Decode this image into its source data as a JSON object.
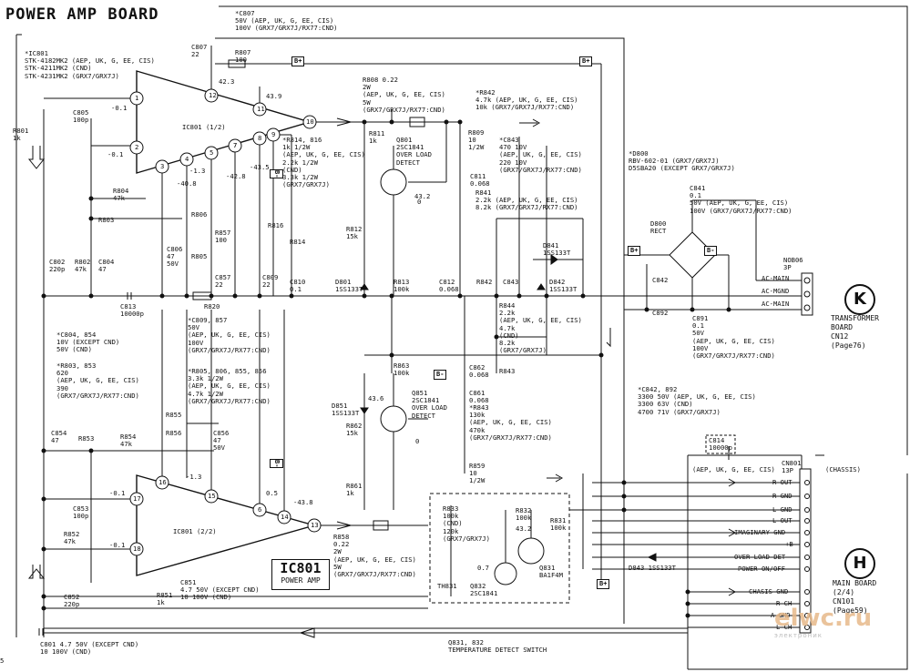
{
  "title": "POWER AMP BOARD",
  "ic801_box": {
    "name": "IC801",
    "sub": "POWER AMP"
  },
  "labels": {
    "c807": "*C807\n50V (AEP, UK, G, EE, CIS)\n100V (GRX7/GRX7J/RX77:CND)",
    "ic801_list": "*IC801\nSTK-4182MK2 (AEP, UK, G, EE, CIS)\nSTK-4211MK2 (CND)\nSTK-4231MK2 (GRX7/GRX7J)",
    "c807_22": "C807\n22",
    "r807": "R807\n100",
    "r808": "R808 0.22\n2W\n(AEP, UK, G, EE, CIS)\n5W\n(GRX7/GRX7J/RX77:CND)",
    "r842": "*R842\n4.7k (AEP, UK, G, EE, CIS)\n10k (GRX7/GRX7J/RX77:CND)",
    "r801": "R801\n1k",
    "c805": "C805\n100p",
    "v01a": "-0.1",
    "v01b": "-0.1",
    "v423": "42.3",
    "v439": "43.9",
    "ic801_12": "IC801 (1/2)",
    "r814": "*R814, 816\n1k 1/2W\n(AEP, UK, G, EE, CIS)\n2.2k 1/2W\n(CND)\n3.3k 1/2W\n(GRX7/GRX7J)",
    "r811": "R811\n1k",
    "q801": "Q801\n2SC1841\nOVER LOAD\nDETECT",
    "r809": "R809\n10\n1/2W",
    "c843": "*C843\n470 10V\n(AEP, UK, G, EE, CIS)\n220 10V\n(GRX7/GRX7J/RX77:CND)",
    "d800": "*D800\nRBV-602-01 (GRX7/GRX7J)\nD5SBA20 (EXCEPT GRX7/GRX7J)",
    "c811": "C811\n0.068",
    "v432": "43.2",
    "r841": "R841\n2.2k (AEP, UK, G, EE, CIS)\n8.2k (GRX7/GRX7J/RX77:CND)",
    "c841": "C841\n0.1\n50V (AEP, UK, G, EE, CIS)\n100V (GRX7/GRX7J/RX77:CND)",
    "r804": "R804\n47k",
    "r803": "R803",
    "r806": "R806",
    "r816": "R816",
    "r857": "R857\n100",
    "r814b": "R814",
    "r812": "R812\n15k",
    "d800_rect": "D800\nRECT",
    "d841": "D841\n1SS133T",
    "cn806": "NOB06\n3P",
    "c802": "C802\n220p",
    "r802": "R802\n47k",
    "c804": "C804\n47",
    "c806": "C806\n47\n50V",
    "r805": "R805",
    "c857": "C857\n22",
    "c809": "C809\n22",
    "c810": "C810\n0.1",
    "d801": "D801\n1SS133T",
    "r813": "R813\n100k",
    "c812": "C812\n0.068",
    "r842b": "R842",
    "c843b": "C843",
    "d842": "D842\n1SS133T",
    "c842": "C842",
    "ac_main1": "AC-MAIN",
    "ac_mgnd": "AC-MGND",
    "ac_main2": "AC-MAIN",
    "c813": "C813\n10000p",
    "r820": "R820",
    "c892": "C892",
    "c891": "C891\n0.1\n50V\n(AEP, UK, G, EE, CIS)\n100V\n(GRX7/GRX7J/RX77:CND)",
    "transformer": "TRANSFORMER\nBOARD\nCN12\n(Page76)",
    "c804_854": "*C804, 854\n10V (EXCEPT CND)\n50V (CND)",
    "r803_853": "*R803, 853\n620\n(AEP, UK, G, EE, CIS)\n390\n(GRX7/GRX7J/RX77:CND)",
    "c809_857": "*C809, 857\n50V\n(AEP, UK, G, EE, CIS)\n100V\n(GRX7/GRX7J/RX77:CND)",
    "r805_856": "*R805, 806, 855, 856\n3.3k 1/2W\n(AEP, UK, G, EE, CIS)\n4.7k 1/2W\n(GRX7/GRX7J/RX77:CND)",
    "r844": "R844\n2.2k\n(AEP, UK, G, EE, CIS)\n4.7k\n(CND)\n8.2k\n(GRX7/GRX7J)",
    "r863": "R863\n100k",
    "c862": "C862\n0.068",
    "r843b": "R843",
    "c861": "C861\n0.068",
    "r843": "*R843\n130k\n(AEP, UK, G, EE, CIS)\n470k\n(GRX7/GRX7J/RX77:CND)",
    "c842_892": "*C842, 892\n3300 50V (AEP, UK, G, EE, CIS)\n3300 63V (CND)\n4700 71V (GRX7/GRX7J)",
    "q851": "Q851\n2SC1841\nOVER LOAD\nDETECT",
    "d851": "D851\n1SS133T",
    "r862": "R862\n15k",
    "r855": "R855",
    "r856": "R856",
    "c856": "C856\n47\n50V",
    "c854": "C854\n47",
    "r853": "R853",
    "r854": "R854\n47k",
    "c814": "C814\n10000p",
    "c814_note": "(AEP, UK, G, EE, CIS)",
    "chassis": "(CHASSIS)",
    "cn801": "CN801\n13P",
    "v13a": "-1.3",
    "v13b": "-1.3",
    "v05": "0.5",
    "v438": "-43.8",
    "v408": "-40.8",
    "v428": "-42.8",
    "v435": "-43.5",
    "v436": "43.6",
    "r859": "R859\n10\n1/2W",
    "r861": "R861\n1k",
    "r833": "R833\n100k\n(CND)\n120k\n(GRX7/GRX7J)",
    "r832": "R832\n100k",
    "r831": "R831\n100k",
    "q831": "Q831\nBA1F4M",
    "c853": "C853\n100p",
    "r852": "R852\n47k",
    "ic801_22": "IC801 (2/2)",
    "r858": "R858\n0.22\n2W\n(AEP, UK, G, EE, CIS)\n5W\n(GRX7/GRX7J/RX77:CND)",
    "v07": "0.7",
    "v432b": "43.2",
    "th831": "TH831",
    "q832": "Q832\n2SC1841",
    "d843": "D843 1SS133T",
    "r851": "R851\n1k",
    "c851": "C851\n4.7 50V (EXCEPT CND)\n10 100V (CND)",
    "c852": "C852\n220p",
    "c801": "C801 4.7 50V (EXCEPT CND)\n10 100V (CND)",
    "q831_832": "Q831, 832\nTEMPERATURE DETECT SWITCH",
    "main_board": "MAIN BOARD\n(2/4)\nCN101\n(Page59)",
    "v0a": "0",
    "v0b": "0",
    "p12": "12",
    "p11": "11",
    "p10": "10",
    "p9": "9",
    "p8": "8",
    "p7": "7",
    "p6": "6",
    "p5": "5",
    "p4": "4",
    "p3": "3",
    "p2": "2",
    "p1": "1",
    "p16": "16",
    "p15": "15",
    "p17": "17",
    "p18": "18",
    "p14": "14",
    "p13": "13",
    "p6b": "6",
    "p0": "5"
  },
  "connector_pins": [
    "R-OUT",
    "R-GND",
    "L-GND",
    "L-OUT",
    "IMAGINARY-GND",
    "+B",
    "OVER LOAD DET",
    "POWER ON/OFF",
    "CHASIS-GND",
    "R-CH",
    "A-GND",
    "L-CH"
  ],
  "tags": {
    "bp1": "B+",
    "bp2": "B+",
    "bp3": "B+",
    "bp4": "B+",
    "bm1": "B-",
    "bm2": "B-",
    "bm3": "B-",
    "bm4": "B-"
  },
  "circles": {
    "k": "K",
    "h": "H"
  },
  "watermark": {
    "main": "elwc.ru",
    "sub": "электроник"
  }
}
